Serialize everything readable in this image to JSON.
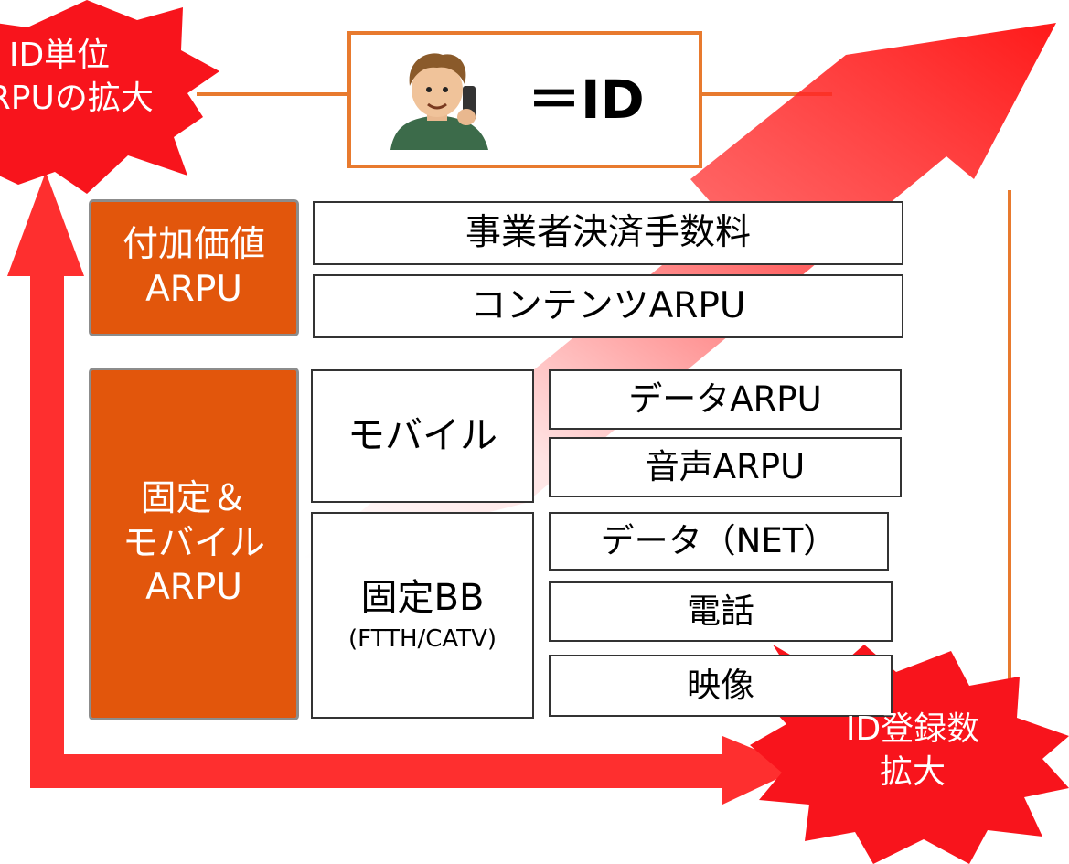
{
  "colors": {
    "burst_red": "#f8141c",
    "arrow_red": "#fe2f2f",
    "orange": "#e2560c",
    "frame_orange": "#e87a2e"
  },
  "id_header": {
    "label": "＝ID",
    "icon": "person-with-phone-icon"
  },
  "burst_top_left": {
    "line1": "ID単位",
    "line2": "ARPUの拡大"
  },
  "burst_bottom_right": {
    "line1": "ID登録数",
    "line2": "拡大"
  },
  "value_added": {
    "label_line1": "付加価値",
    "label_line2": "ARPU",
    "items": [
      "事業者決済手数料",
      "コンテンツARPU"
    ]
  },
  "fixed_mobile": {
    "label_line1": "固定＆",
    "label_line2": "モバイル",
    "label_line3": "ARPU",
    "mobile": {
      "label": "モバイル",
      "items": [
        "データARPU",
        "音声ARPU"
      ]
    },
    "fixed_bb": {
      "label_line1": "固定BB",
      "label_line2": "(FTTH/CATV)",
      "items": [
        "データ（NET）",
        "電話",
        "映像"
      ]
    }
  }
}
